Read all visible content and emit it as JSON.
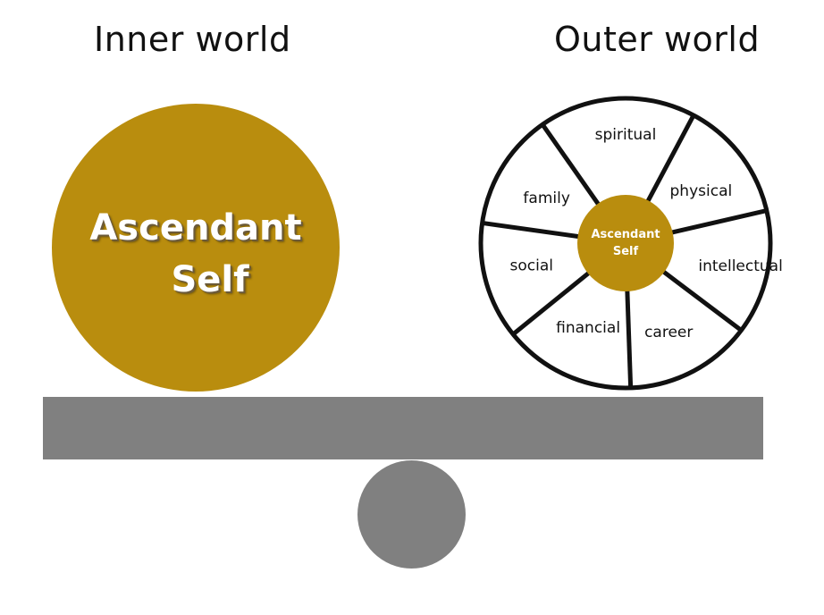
{
  "headings": {
    "inner": "Inner world",
    "outer": "Outer world"
  },
  "inner_circle": {
    "line1": "Ascendant",
    "line2": "Self"
  },
  "wheel": {
    "center_line1": "Ascendant",
    "center_line2": "Self",
    "segments": [
      "spiritual",
      "physical",
      "intellectual",
      "career",
      "financial",
      "social",
      "family"
    ]
  },
  "colors": {
    "gold": "#b98d0e",
    "beam_gray": "#808080",
    "wheel_stroke": "#111111"
  }
}
